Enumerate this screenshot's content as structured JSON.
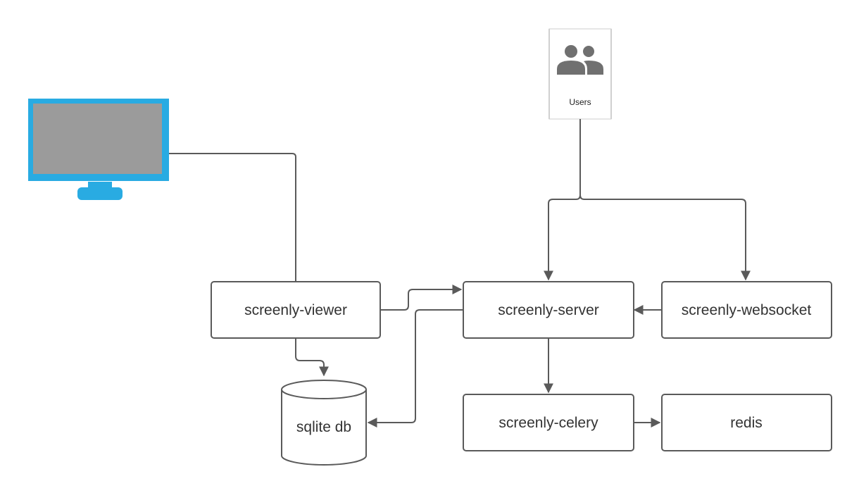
{
  "nodes": {
    "users": "Users",
    "viewer": "screenly-viewer",
    "server": "screenly-server",
    "websocket": "screenly-websocket",
    "celery": "screenly-celery",
    "redis": "redis",
    "sqlite": "sqlite db"
  },
  "icons": {
    "monitor": "monitor-icon",
    "users": "users-icon"
  },
  "colors": {
    "monitor_frame": "#29abe2",
    "monitor_screen": "#9b9b9b",
    "line": "#5a5a5a",
    "users_icon": "#707070"
  }
}
